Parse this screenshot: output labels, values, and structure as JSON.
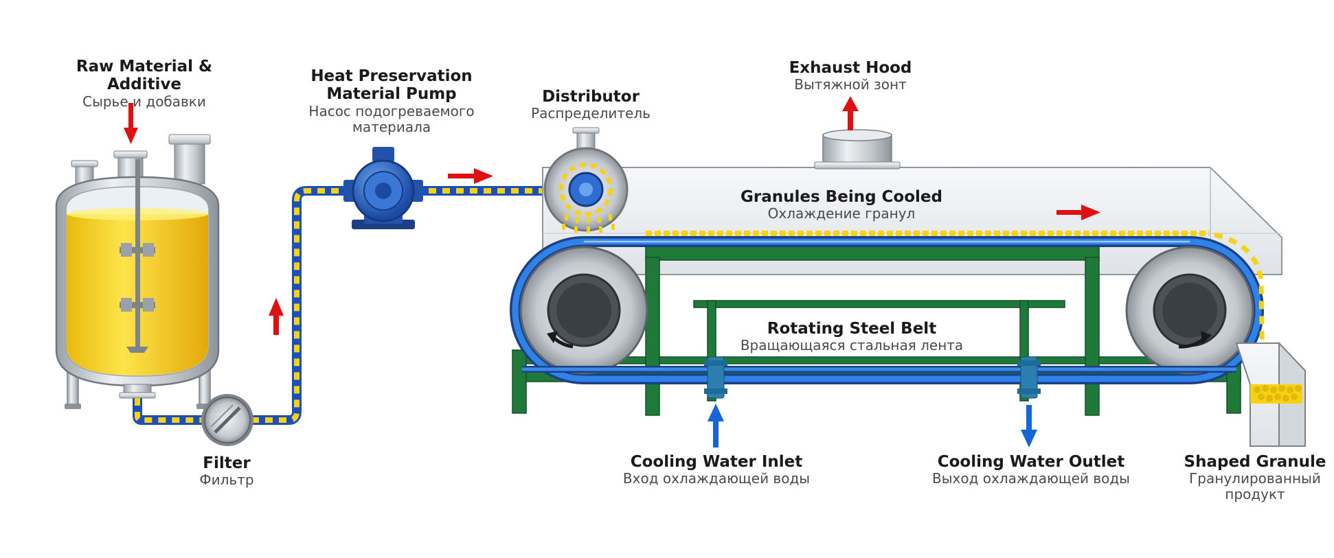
{
  "labels": {
    "raw_material": {
      "en": "Raw Material & Additive",
      "ru": "Сырье и добавки"
    },
    "pump": {
      "en_line1": "Heat Preservation",
      "en_line2": "Material Pump",
      "ru_line1": "Насос подогреваемого",
      "ru_line2": "материала"
    },
    "distributor": {
      "en": "Distributor",
      "ru": "Распределитель"
    },
    "exhaust_hood": {
      "en": "Exhaust Hood",
      "ru": "Вытяжной зонт"
    },
    "granules_cooled": {
      "en": "Granules Being Cooled",
      "ru": "Охлаждение гранул"
    },
    "steel_belt": {
      "en": "Rotating Steel Belt",
      "ru": "Вращающаяся стальная лента"
    },
    "filter": {
      "en": "Filter",
      "ru": "Фильтр"
    },
    "water_inlet": {
      "en": "Cooling Water Inlet",
      "ru": "Вход охлаждающей воды"
    },
    "water_outlet": {
      "en": "Cooling Water Outlet",
      "ru": "Выход охлаждающей воды"
    },
    "shaped_granule": {
      "en": "Shaped Granule",
      "ru_line1": "Гранулированный",
      "ru_line2": "продукт"
    }
  },
  "colors": {
    "flow_arrow": "#e01010",
    "water_arrow": "#1565d8",
    "pipe_blue": "#1e4fb8",
    "pipe_yellow": "#f5d312",
    "liquid": "#f7d21c",
    "frame_green": "#1f7a3a",
    "belt_blue": "#1d6fd6",
    "steel": "#c9ced3"
  }
}
